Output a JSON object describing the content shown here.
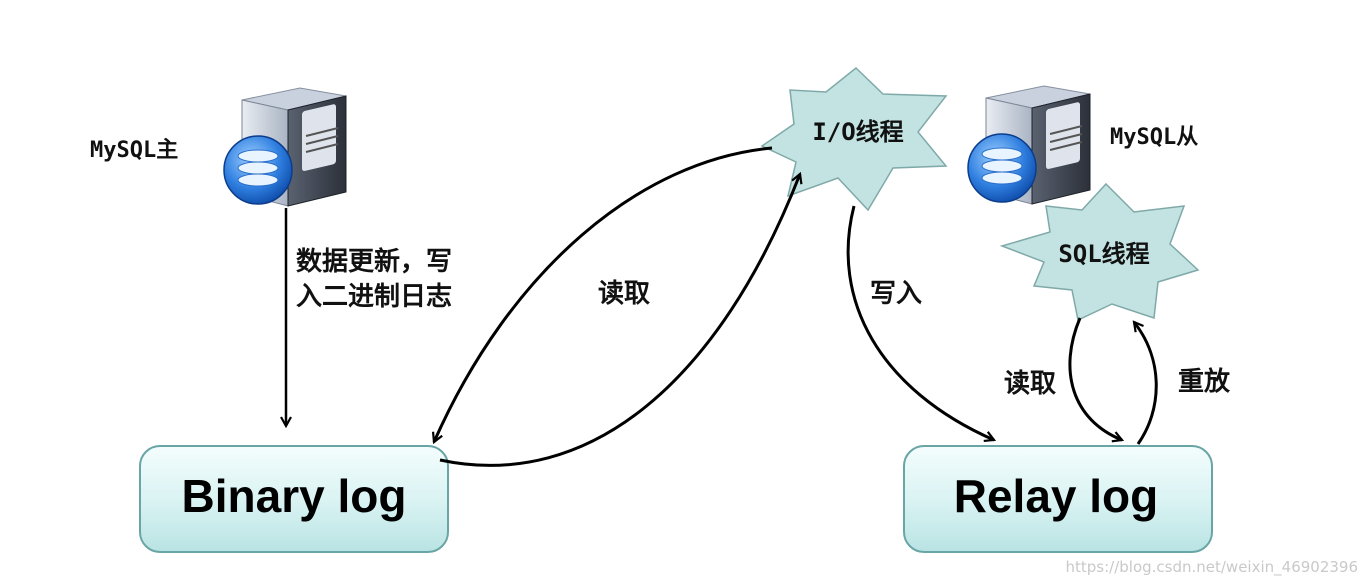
{
  "master": {
    "label": "MySQL主",
    "annotation_line1": "数据更新，写",
    "annotation_line2": "入二进制日志"
  },
  "slave": {
    "label": "MySQL从"
  },
  "threads": {
    "io": "I/O线程",
    "sql": "SQL线程"
  },
  "logs": {
    "binary": "Binary log",
    "relay": "Relay log"
  },
  "edges": {
    "io_read_binary": "读取",
    "io_write_relay": "写入",
    "sql_read_relay": "读取",
    "sql_replay": "重放"
  },
  "watermark": "https://blog.csdn.net/weixin_46902396",
  "colors": {
    "box_fill_top": "#f2fcfc",
    "box_fill_bottom": "#bfe8e8",
    "box_stroke": "#5a9a9a",
    "star_fill": "#bfe0df",
    "star_stroke": "#7aa8a8",
    "arrow": "#000000"
  }
}
